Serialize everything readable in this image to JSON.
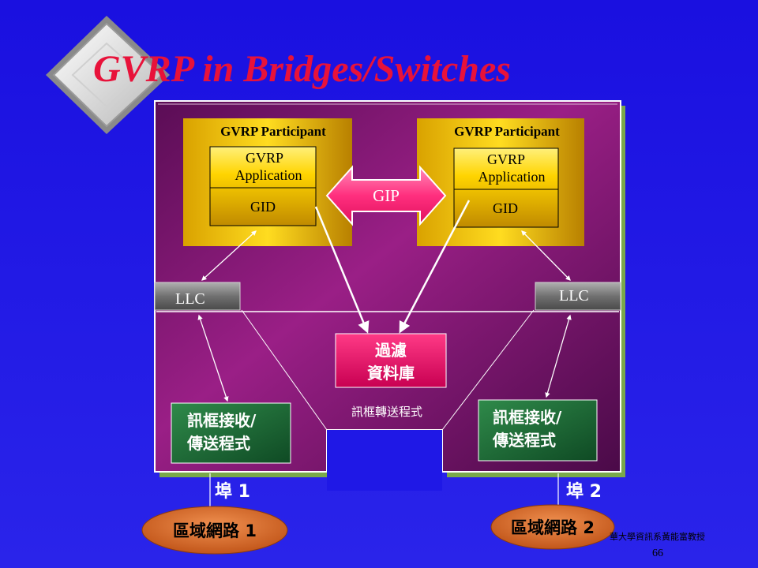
{
  "slide": {
    "title": "GVRP in Bridges/Switches",
    "footer_text": "華大學資訊系黃能富教授",
    "page_number": "66"
  },
  "left_participant": {
    "label": "GVRP Participant",
    "app_line1": "GVRP",
    "app_line2": "Application",
    "gid": "GID"
  },
  "right_participant": {
    "label": "GVRP Participant",
    "app_line1": "GVRP",
    "app_line2": "Application",
    "gid": "GID"
  },
  "gip": "GIP",
  "llc_left": "LLC",
  "llc_right": "LLC",
  "filter_db": {
    "line1": "過濾",
    "line2": "資料庫"
  },
  "relay_label": "訊框轉送程式",
  "frame_proc_left": {
    "line1": "訊框接收/",
    "line2": "傳送程式"
  },
  "frame_proc_right": {
    "line1": "訊框接收/",
    "line2": "傳送程式"
  },
  "port_left": "埠 1",
  "port_right": "埠 2",
  "lan_left": "區域網路 1",
  "lan_right": "區域網路 2",
  "colors": {
    "background": "#1f18e6",
    "title": "#e8123a",
    "switch_body": "#8a1a78",
    "participant_gold": "#f2c400",
    "gip_pink": "#ff2a7a",
    "frame_box_green": "#1f6a3a",
    "llc_gray": "#7a7a7a",
    "lan_orange": "#d86a28"
  }
}
